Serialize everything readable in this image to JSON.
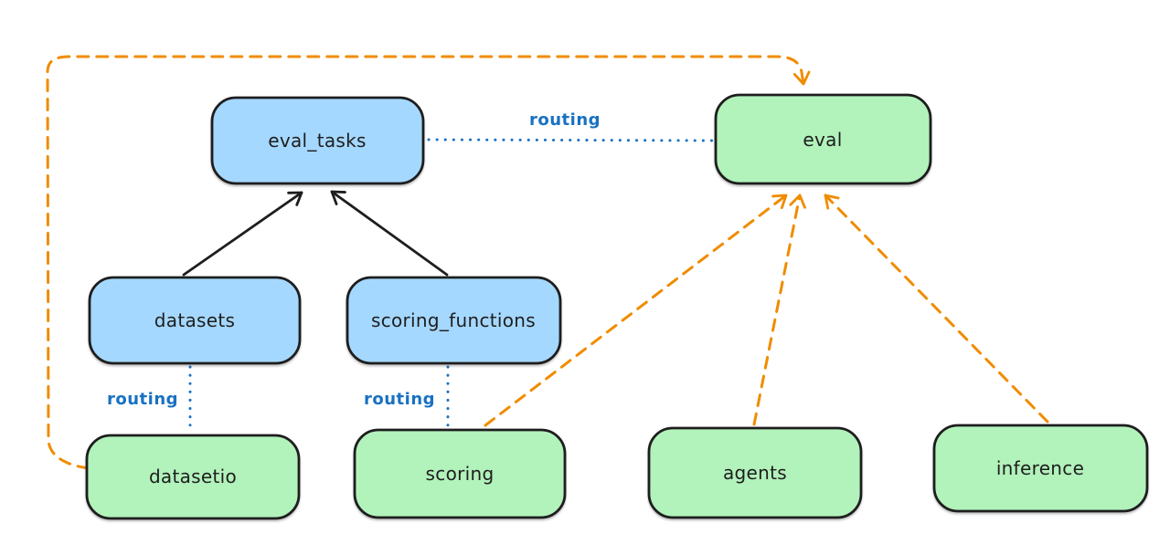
{
  "diagram": {
    "background": "#ffffff",
    "nodes": {
      "eval_tasks": {
        "label": "eval_tasks",
        "fill": "#a5d8ff"
      },
      "eval": {
        "label": "eval",
        "fill": "#b2f2bb"
      },
      "datasets": {
        "label": "datasets",
        "fill": "#a5d8ff"
      },
      "scoring_functions": {
        "label": "scoring_functions",
        "fill": "#a5d8ff"
      },
      "datasetio": {
        "label": "datasetio",
        "fill": "#b2f2bb"
      },
      "scoring": {
        "label": "scoring",
        "fill": "#b2f2bb"
      },
      "agents": {
        "label": "agents",
        "fill": "#b2f2bb"
      },
      "inference": {
        "label": "inference",
        "fill": "#b2f2bb"
      }
    },
    "edge_labels": {
      "eval_tasks_to_eval": "routing",
      "datasets_to_datasetio": "routing",
      "scoring_functions_to_scoring": "routing"
    },
    "edges": [
      {
        "from": "datasets",
        "to": "eval_tasks",
        "style": "solid-arrow",
        "color": "#1e1e1e"
      },
      {
        "from": "scoring_functions",
        "to": "eval_tasks",
        "style": "solid-arrow",
        "color": "#1e1e1e"
      },
      {
        "from": "eval_tasks",
        "to": "eval",
        "style": "dotted",
        "color": "#1971c2",
        "label": "routing"
      },
      {
        "from": "datasets",
        "to": "datasetio",
        "style": "dotted",
        "color": "#1971c2",
        "label": "routing"
      },
      {
        "from": "scoring_functions",
        "to": "scoring",
        "style": "dotted",
        "color": "#1971c2",
        "label": "routing"
      },
      {
        "from": "datasetio",
        "to": "eval",
        "style": "dashed-arrow",
        "color": "#f08c00"
      },
      {
        "from": "scoring",
        "to": "eval",
        "style": "dashed-arrow",
        "color": "#f08c00"
      },
      {
        "from": "agents",
        "to": "eval",
        "style": "dashed-arrow",
        "color": "#f08c00"
      },
      {
        "from": "inference",
        "to": "eval",
        "style": "dashed-arrow",
        "color": "#f08c00"
      }
    ],
    "colors": {
      "stroke_black": "#1e1e1e",
      "routing_blue": "#1971c2",
      "provider_orange": "#f08c00",
      "node_blue_fill": "#a5d8ff",
      "node_green_fill": "#b2f2bb"
    }
  }
}
